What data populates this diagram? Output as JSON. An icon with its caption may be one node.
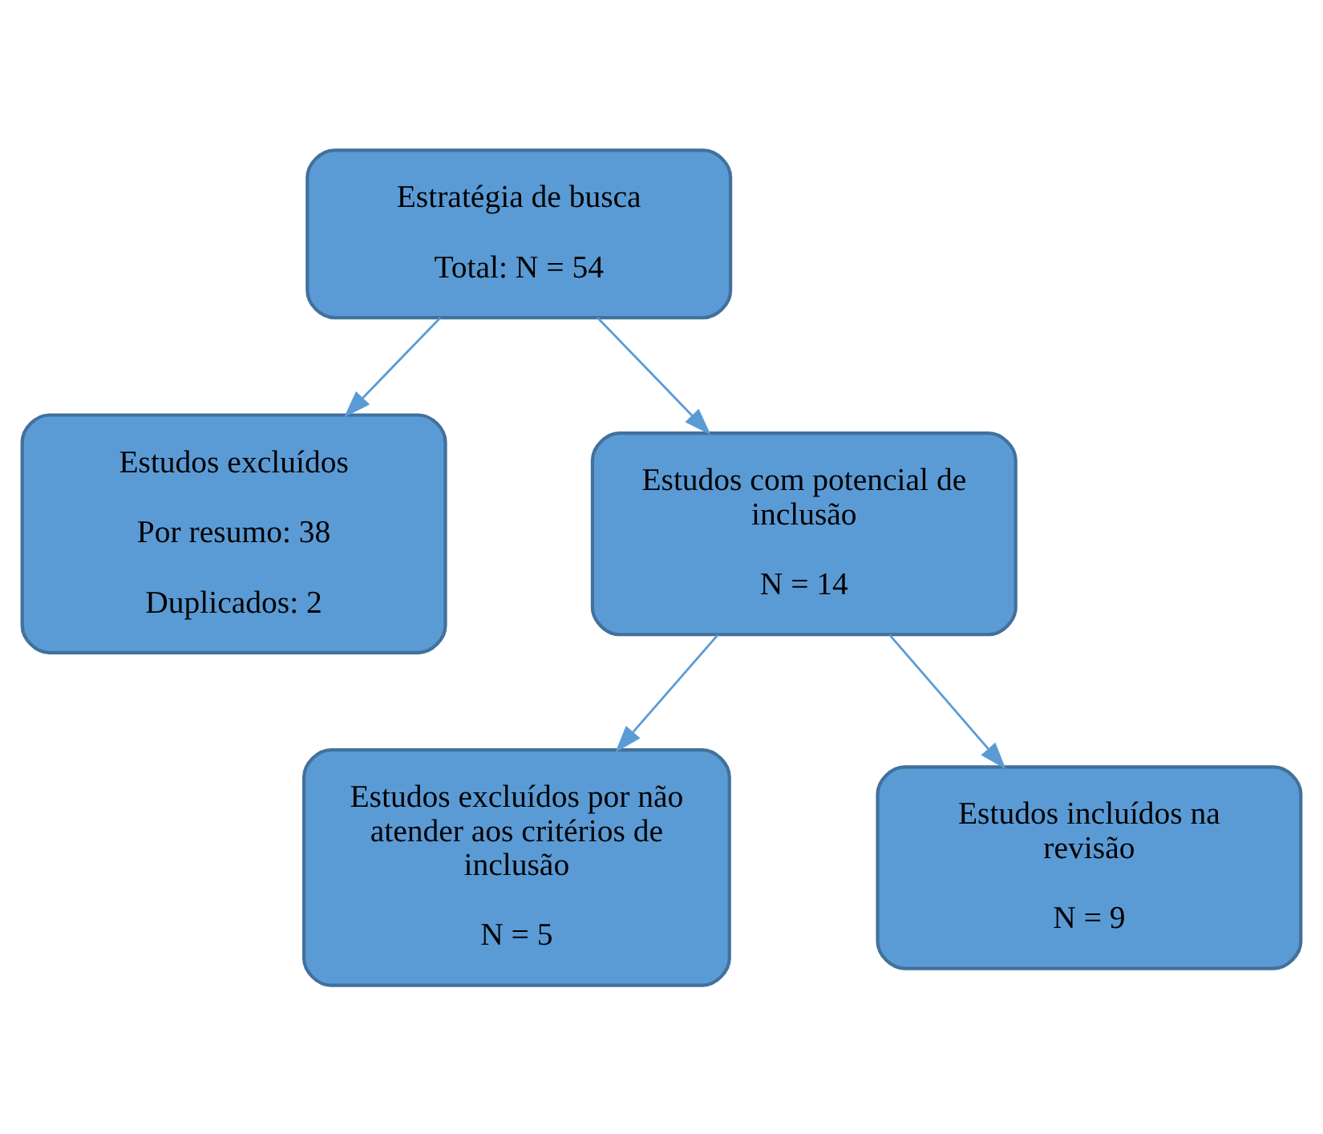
{
  "diagram": {
    "nodes": [
      {
        "text": [
          "Estratégia de busca",
          "Total: N = 54"
        ]
      },
      {
        "text": [
          "Estudos excluídos",
          "Por resumo: 38",
          "Duplicados: 2"
        ]
      },
      {
        "text": [
          "Estudos com potencial de inclusão",
          "N = 14"
        ]
      },
      {
        "text": [
          "Estudos excluídos por não atender aos critérios de inclusão",
          "N = 5"
        ]
      },
      {
        "text": [
          "Estudos incluídos na revisão",
          "N = 9"
        ]
      }
    ],
    "edges": [
      {
        "from": 0,
        "to": 2,
        "arrow": "to"
      },
      {
        "from": 0,
        "to": 1,
        "arrow": "to"
      },
      {
        "from": 2,
        "to": 4,
        "arrow": "to"
      },
      {
        "from": 2,
        "to": 3,
        "arrow": "to"
      }
    ]
  }
}
